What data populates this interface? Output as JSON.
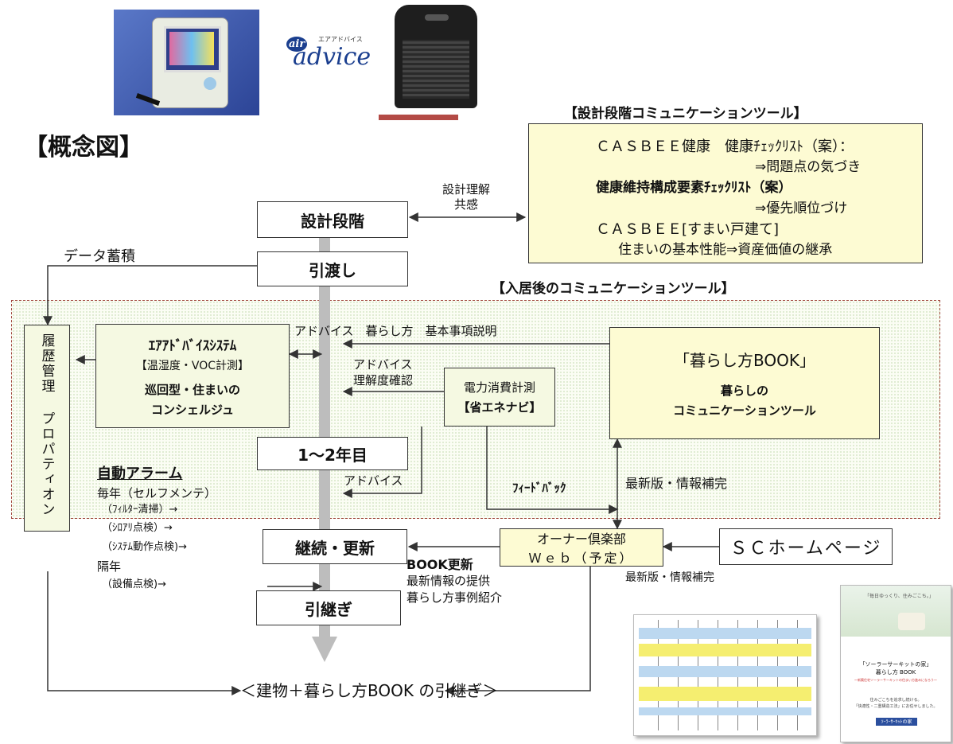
{
  "concept_title": "【概念図】",
  "logo": {
    "air": "air",
    "advice": "advice",
    "katakana": "エアアドバイス"
  },
  "stages": {
    "design": "設計段階",
    "handover": "引渡し",
    "year12": "1～2年目",
    "continue": "継続・更新",
    "inherit": "引継ぎ"
  },
  "design_link": {
    "line1": "設計理解",
    "line2": "共感"
  },
  "design_tools": {
    "heading": "【設計段階コミュニケーションツール】",
    "line1": "ＣＡＳＢＥＥ健康　健康ﾁｪｯｸﾘｽﾄ（案）：",
    "line2": "⇒問題点の気づき",
    "line3": "健康維持構成要素ﾁｪｯｸﾘｽﾄ（案）",
    "line4": "⇒優先順位づけ",
    "line5": "ＣＡＳＢＥＥ[すまい戸建て]",
    "line6": "住まいの基本性能⇒資産価値の継承"
  },
  "data_accum": "データ蓄積",
  "after_move_heading": "【入居後のコミュニケーションツール】",
  "history_provider": "履歴管理 プロパティオン",
  "air_system": {
    "title": "ｴｱｱﾄﾞﾊﾞｲｽｼｽﾃﾑ",
    "subtitle": "【温湿度・VOC計測】",
    "line1": "巡回型・住まいの",
    "line2": "コンシェルジュ"
  },
  "arrow_labels": {
    "advice_top": "アドバイス　暮らし方　基本事項説明",
    "advice_mid1": "アドバイス",
    "advice_mid2": "理解度確認",
    "advice_low": "アドバイス",
    "feedback": "ﾌｨｰﾄﾞﾊﾞｯｸ",
    "latest_info": "最新版・情報補完",
    "latest_info2": "最新版・情報補完"
  },
  "power": {
    "line1": "電力消費計測",
    "line2": "【省エネナビ】"
  },
  "book_box": {
    "title": "「暮らし方BOOK」",
    "line1": "暮らしの",
    "line2": "コミュニケーションツール"
  },
  "alarm": {
    "title": "自動アラーム",
    "items": [
      "毎年（セルフメンテ）",
      "（ﾌｨﾙﾀｰ清掃）→",
      "（ｼﾛｱﾘ点検）→",
      "（ｼｽﾃﾑ動作点検)→",
      "隔年",
      "（設備点検)→"
    ]
  },
  "owner_club": {
    "line1": "オーナー倶楽部",
    "line2": "Ｗｅｂ（予定）"
  },
  "sc_homepage": "ＳＣホームページ",
  "book_update": {
    "title": "BOOK更新",
    "line1": "最新情報の提供",
    "line2": "暮らし方事例紹介"
  },
  "bottom_caption": "＜建物＋暮らし方BOOK の引継ぎ＞",
  "booklet": {
    "tagline": "「毎日ゆっくり、住みごこち。」",
    "title1": "「ソーラーサーキットの家」",
    "title2": "暮らし方 BOOK",
    "sub": "～新築住宅ソーラーサーキットの住まい方進みになろう～",
    "body1": "住みごこちを追求し続ける。",
    "body2": "「快適性・二重構造工法」にお任せしました。",
    "brand": "ｿｰﾗｰｻｰｷｯﾄの家"
  },
  "colors": {
    "axis": "#bdbdbd",
    "dash": "#a0443a",
    "yellow": "#fdfbd3",
    "green": "#f5f9e2",
    "device_bg": "#3b55a8"
  }
}
